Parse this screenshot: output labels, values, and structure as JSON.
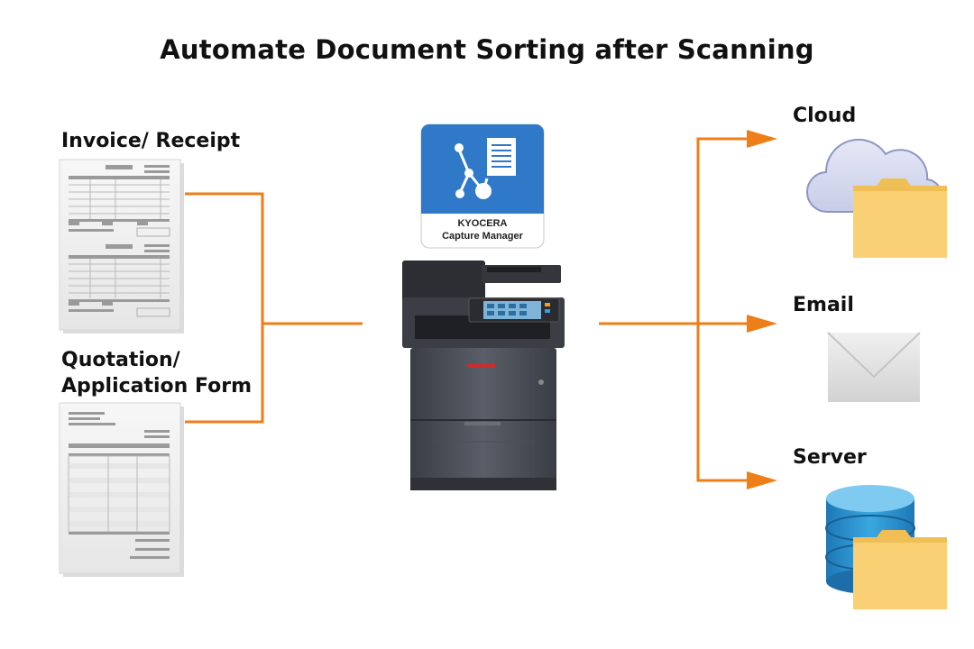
{
  "title": "Automate Document Sorting after Scanning",
  "inputs": [
    {
      "label": "Invoice/ Receipt",
      "icon": "invoice-document-icon"
    },
    {
      "label": "Quotation/\nApplication Form",
      "icon": "form-document-icon"
    }
  ],
  "device": {
    "app_icon": "capture-manager-app-icon",
    "app_brand": "KYOCERA",
    "app_name": "Capture Manager",
    "printer_icon": "multifunction-printer-icon"
  },
  "outputs": [
    {
      "label": "Cloud",
      "icon": "cloud-folder-icon"
    },
    {
      "label": "Email",
      "icon": "envelope-icon"
    },
    {
      "label": "Server",
      "icon": "database-folder-icon"
    }
  ],
  "colors": {
    "connector": "#EE7E17",
    "app_blue": "#2F79C8",
    "folder": "#F9D074",
    "db_blue": "#2A8FCB"
  }
}
